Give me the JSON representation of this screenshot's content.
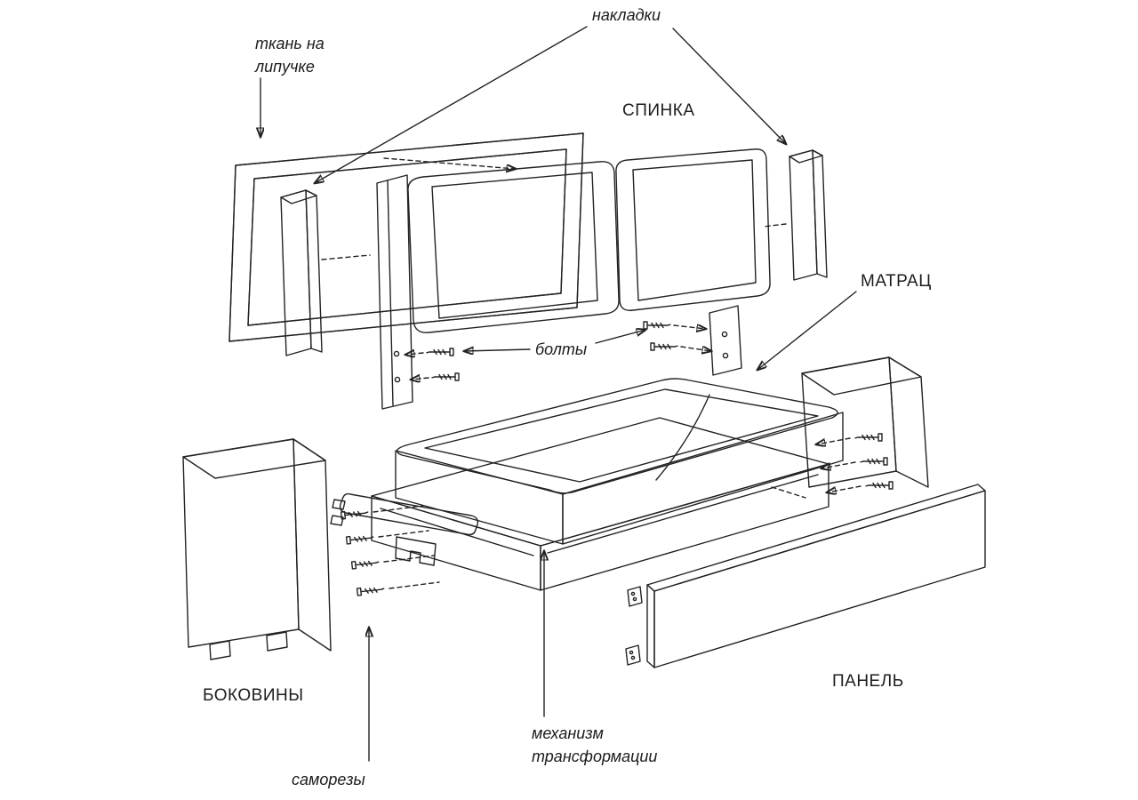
{
  "style": {
    "background": "#ffffff",
    "line_color": "#232323",
    "dash_color": "#3a3a3a"
  },
  "labels": {
    "nakladki": "накладки",
    "tkan1": "ткань на",
    "tkan2": "липучке",
    "spinka": "СПИНКА",
    "matrac": "МАТРАЦ",
    "bolty": "болты",
    "bokoviny": "БОКОВИНЫ",
    "samorezy": "саморезы",
    "mechanizm1": "механизм",
    "mechanizm2": "трансформации",
    "panel": "ПАНЕЛЬ"
  }
}
